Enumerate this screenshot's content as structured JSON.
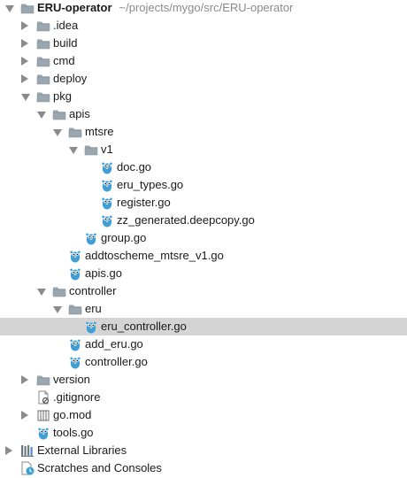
{
  "project_tree": {
    "root": {
      "name": "ERU-operator",
      "path": "~/projects/mygo/src/ERU-operator",
      "expanded": true,
      "icon": "folder-icon"
    },
    "rows": [
      {
        "label": "ERU-operator",
        "kind": "root",
        "depth": 0,
        "expanded": true
      },
      {
        "label": ".idea",
        "kind": "folder",
        "depth": 1,
        "expanded": false
      },
      {
        "label": "build",
        "kind": "folder",
        "depth": 1,
        "expanded": false
      },
      {
        "label": "cmd",
        "kind": "folder",
        "depth": 1,
        "expanded": false
      },
      {
        "label": "deploy",
        "kind": "folder",
        "depth": 1,
        "expanded": false
      },
      {
        "label": "pkg",
        "kind": "folder",
        "depth": 1,
        "expanded": true
      },
      {
        "label": "apis",
        "kind": "folder",
        "depth": 2,
        "expanded": true
      },
      {
        "label": "mtsre",
        "kind": "folder",
        "depth": 3,
        "expanded": true
      },
      {
        "label": "v1",
        "kind": "folder",
        "depth": 4,
        "expanded": true
      },
      {
        "label": "doc.go",
        "kind": "gofile",
        "depth": 5
      },
      {
        "label": "eru_types.go",
        "kind": "gofile",
        "depth": 5
      },
      {
        "label": "register.go",
        "kind": "gofile",
        "depth": 5
      },
      {
        "label": "zz_generated.deepcopy.go",
        "kind": "gofile",
        "depth": 5
      },
      {
        "label": "group.go",
        "kind": "gofile",
        "depth": 4
      },
      {
        "label": "addtoscheme_mtsre_v1.go",
        "kind": "gofile",
        "depth": 3
      },
      {
        "label": "apis.go",
        "kind": "gofile",
        "depth": 3
      },
      {
        "label": "controller",
        "kind": "folder",
        "depth": 2,
        "expanded": true
      },
      {
        "label": "eru",
        "kind": "folder",
        "depth": 3,
        "expanded": true
      },
      {
        "label": "eru_controller.go",
        "kind": "gofile",
        "depth": 4,
        "selected": true
      },
      {
        "label": "add_eru.go",
        "kind": "gofile",
        "depth": 3
      },
      {
        "label": "controller.go",
        "kind": "gofile",
        "depth": 3
      },
      {
        "label": "version",
        "kind": "folder",
        "depth": 1,
        "expanded": false
      },
      {
        "label": ".gitignore",
        "kind": "gitignore",
        "depth": 1
      },
      {
        "label": "go.mod",
        "kind": "gomod",
        "depth": 1,
        "expanded": false
      },
      {
        "label": "tools.go",
        "kind": "gofile",
        "depth": 1
      },
      {
        "label": "External Libraries",
        "kind": "libraries",
        "depth": 0,
        "expanded": false
      },
      {
        "label": "Scratches and Consoles",
        "kind": "scratches",
        "depth": 0
      }
    ]
  },
  "colors": {
    "folder": "#9aa7b0",
    "folder_dark": "#7f8b93",
    "gopher": "#3e9fd8",
    "selection": "#d4d4d4",
    "arrow": "#8a8a8a",
    "path_text": "#8a8a8a"
  }
}
